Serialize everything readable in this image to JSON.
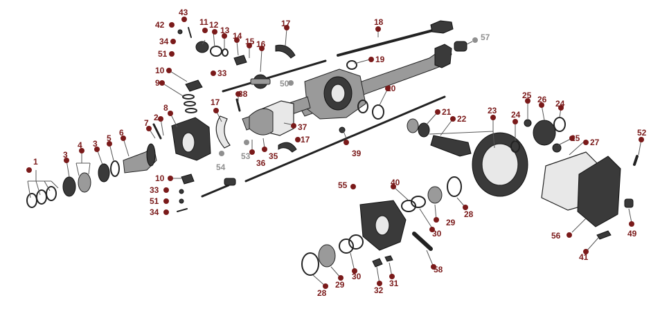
{
  "colors": {
    "marker": "#7a1a1a",
    "marker_muted": "#8f8f8f",
    "label": "#7a1a1a",
    "label_muted": "#8f8f8f"
  },
  "callouts": {
    "c1": "1",
    "c2": "2",
    "c3a": "3",
    "c3b": "3",
    "c4": "4",
    "c5": "5",
    "c6": "6",
    "c7": "7",
    "c8": "8",
    "c9": "9",
    "c10a": "10",
    "c10b": "10",
    "c11": "11",
    "c12": "12",
    "c13": "13",
    "c14": "14",
    "c15": "15",
    "c16": "16",
    "c17a": "17",
    "c17b": "17",
    "c17c": "17",
    "c18": "18",
    "c19": "19",
    "c20": "20",
    "c21": "21",
    "c22": "22",
    "c23": "23",
    "c24a": "24",
    "c24b": "24",
    "c25a": "25",
    "c25b": "25",
    "c26": "26",
    "c27": "27",
    "c28a": "28",
    "c28b": "28",
    "c29a": "29",
    "c29b": "29",
    "c30a": "30",
    "c30b": "30",
    "c31": "31",
    "c32": "32",
    "c33a": "33",
    "c33b": "33",
    "c34a": "34",
    "c34b": "34",
    "c35": "35",
    "c36": "36",
    "c37": "37",
    "c38": "38",
    "c39": "39",
    "c40": "40",
    "c41": "41",
    "c42": "42",
    "c43": "43",
    "c49": "49",
    "c50": "50",
    "c51a": "51",
    "c51b": "51",
    "c52": "52",
    "c53": "53",
    "c54": "54",
    "c55": "55",
    "c56": "56",
    "c57": "57",
    "c58": "58"
  }
}
